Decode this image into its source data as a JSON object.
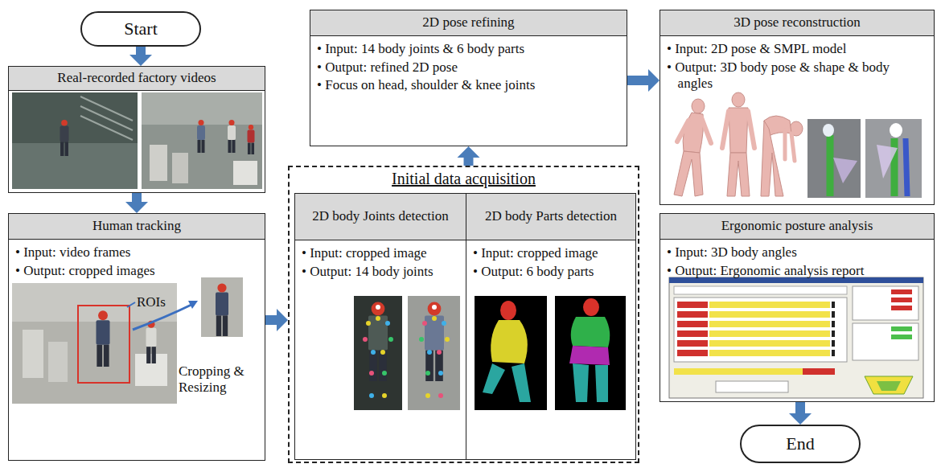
{
  "diagram": {
    "nodes": [
      {
        "text": [
          "Start"
        ]
      },
      {
        "text": [
          "Real-recorded factory videos"
        ]
      },
      {
        "text": [
          "Human tracking",
          "• Input: video frames",
          "• Output: cropped images"
        ]
      },
      {
        "text": [
          "Initial data acquisition"
        ]
      },
      {
        "text": [
          "2D body Joints detection",
          "• Input: cropped image",
          "• Output: 14 body joints"
        ],
        "in": 3
      },
      {
        "text": [
          "2D body Parts detection",
          "• Input: cropped image",
          "• Output: 6 body parts"
        ],
        "in": 3
      },
      {
        "text": [
          "2D pose refining",
          "• Input: 14 body joints & 6 body parts",
          "• Output: refined 2D pose",
          "• Focus on head, shoulder & knee joints"
        ]
      },
      {
        "text": [
          "3D pose reconstruction",
          "• Input: 2D pose & SMPL model",
          "• Output: 3D body pose & shape & body angles"
        ]
      },
      {
        "text": [
          "Ergonomic posture analysis",
          "• Input: 3D body angles",
          "• Output: Ergonomic analysis report"
        ]
      },
      {
        "text": [
          "End"
        ]
      }
    ],
    "edges": [
      {
        "from": 0,
        "to": 1,
        "arrow": "to"
      },
      {
        "from": 1,
        "to": 2,
        "arrow": "to"
      },
      {
        "from": 2,
        "to": 3,
        "arrow": "to"
      },
      {
        "from": 3,
        "to": 6,
        "arrow": "to"
      },
      {
        "from": 6,
        "to": 7,
        "arrow": "to"
      },
      {
        "from": 8,
        "to": 9,
        "arrow": "to"
      }
    ],
    "labels": [
      "ROIs",
      "Cropping & Resizing"
    ]
  }
}
